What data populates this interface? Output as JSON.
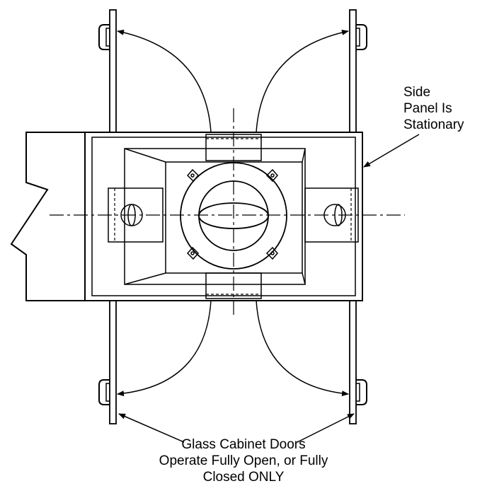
{
  "labels": {
    "side_panel": [
      "Side",
      "Panel Is",
      "Stationary"
    ],
    "doors": [
      "Glass Cabinet Doors",
      "Operate Fully Open, or Fully",
      "Closed ONLY"
    ]
  },
  "colors": {
    "line": "#000000",
    "background": "#ffffff"
  }
}
